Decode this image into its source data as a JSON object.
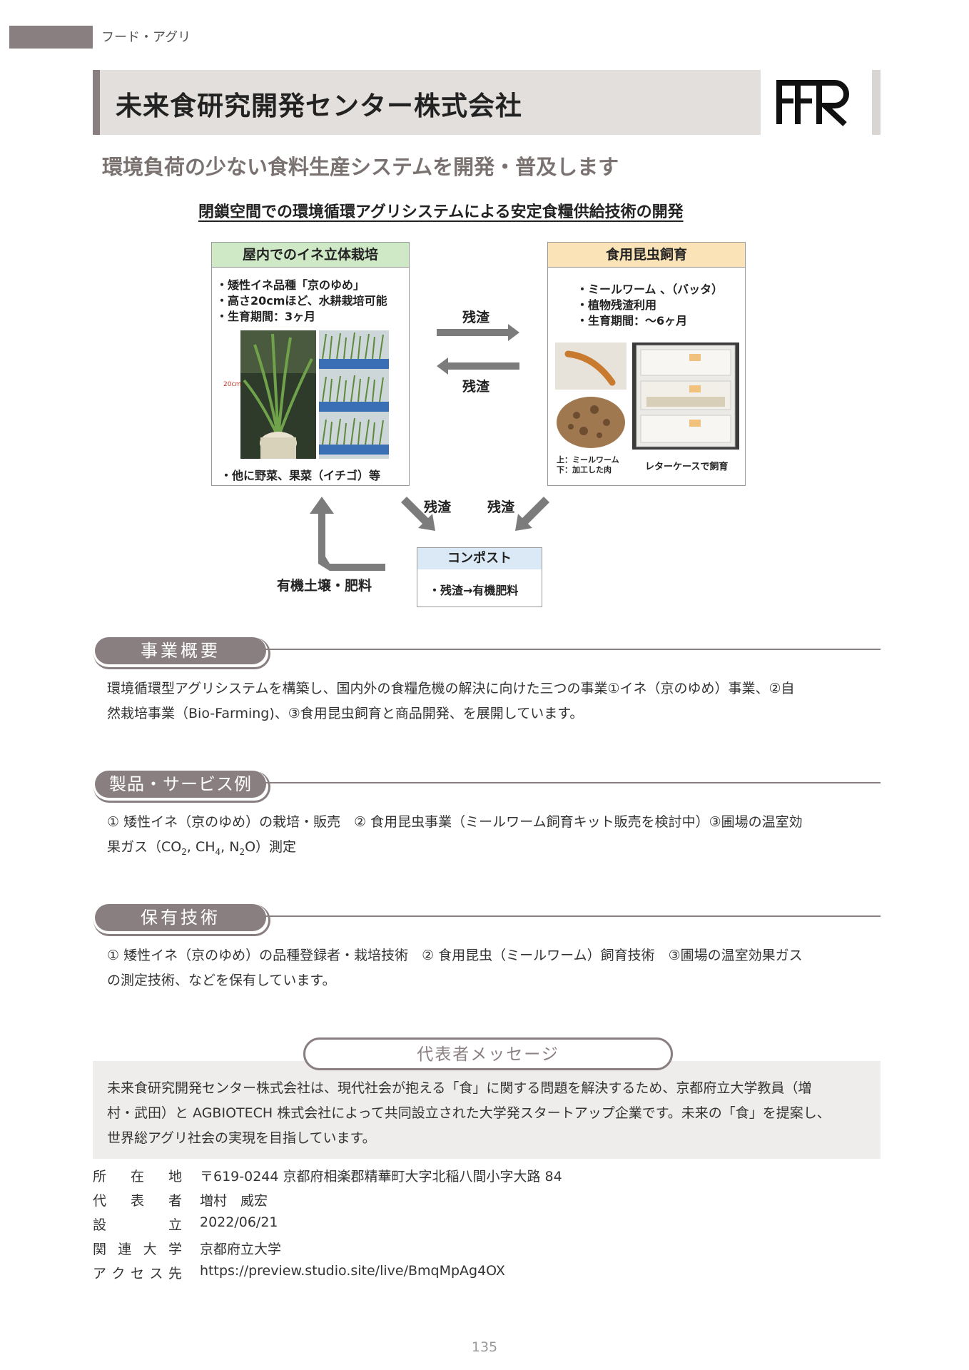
{
  "header": {
    "category": "フード・アグリ"
  },
  "title": {
    "company": "未来食研究開発センター株式会社"
  },
  "subtitle": "環境負荷の少ない食料生産システムを開発・普及します",
  "diagram": {
    "title": "閉鎖空間での環境循環アグリシステムによる安定食糧供給技術の開発",
    "rice_box": {
      "header": "屋内でのイネ立体栽培",
      "bullets": [
        "・矮性イネ品種「京のゆめ」",
        "・高さ20cmほど、水耕栽培可能",
        "・生育期間：3ヶ月"
      ],
      "photo_label": "20cm",
      "footer": "・他に野菜、果菜（イチゴ）等"
    },
    "insect_box": {
      "header": "食用昆虫飼育",
      "bullets": [
        "・ミールワーム 、（バッタ）",
        "・植物残渣利用",
        "・生育期間：～6ヶ月"
      ],
      "caption_left": [
        "上：ミールワーム",
        "下：加工した肉"
      ],
      "caption_right": "レターケースで飼育"
    },
    "compost_box": {
      "header": "コンポスト",
      "body": "・残渣→有機肥料"
    },
    "arrow_labels": {
      "right": "残渣",
      "left": "残渣",
      "down_left": "残渣",
      "down_right": "残渣",
      "soil": "有機土壌・肥料"
    }
  },
  "sections": {
    "overview": {
      "label": "事業概要",
      "lines": [
        "環境循環型アグリシステムを構築し、国内外の食糧危機の解決に向けた三つの事業①イネ（京のゆめ）事業、②自",
        "然栽培事業（Bio-Farming)、③食用昆虫飼育と商品開発、を展開しています。"
      ]
    },
    "products": {
      "label": "製品・サービス例",
      "line1": "① 矮性イネ（京のゆめ）の栽培・販売　② 食用昆虫事業（ミールワーム飼育キット販売を検討中）③圃場の温室効",
      "line2_parts": [
        "果ガス（CO",
        "2",
        ", CH",
        "4",
        ", N",
        "2",
        "O）測定"
      ]
    },
    "technology": {
      "label": "保有技術",
      "lines": [
        "① 矮性イネ（京のゆめ）の品種登録者・栽培技術　② 食用昆虫（ミールワーム）飼育技術　③圃場の温室効果ガス",
        "の測定技術、などを保有しています。"
      ]
    }
  },
  "message": {
    "label": "代表者メッセージ",
    "lines": [
      "未来食研究開発センター株式会社は、現代社会が抱える「食」に関する問題を解決するため、京都府立大学教員（増",
      "村・武田）と AGBIOTECH 株式会社によって共同設立された大学発スタートアップ企業です。未来の「食」を提案し、",
      "世界総アグリ社会の実現を目指しています。"
    ]
  },
  "info": [
    {
      "key": [
        "所",
        "在",
        "地"
      ],
      "value": "〒619-0244 京都府相楽郡精華町大字北稲八間小字大路 84"
    },
    {
      "key": [
        "代",
        "表",
        "者"
      ],
      "value": "増村　威宏"
    },
    {
      "key": [
        "設",
        "",
        "立"
      ],
      "value": "2022/06/21"
    },
    {
      "key": [
        "関",
        "連",
        "大",
        "学"
      ],
      "value": "京都府立大学"
    },
    {
      "key": [
        "ア",
        "ク",
        "セ",
        "ス",
        "先"
      ],
      "value": "https://preview.studio.site/live/BmqMpAg4OX"
    }
  ],
  "page_number": "135",
  "colors": {
    "accent": "#8a7f80",
    "banner": "#e2dfdc",
    "message_bg": "#efedeb"
  }
}
